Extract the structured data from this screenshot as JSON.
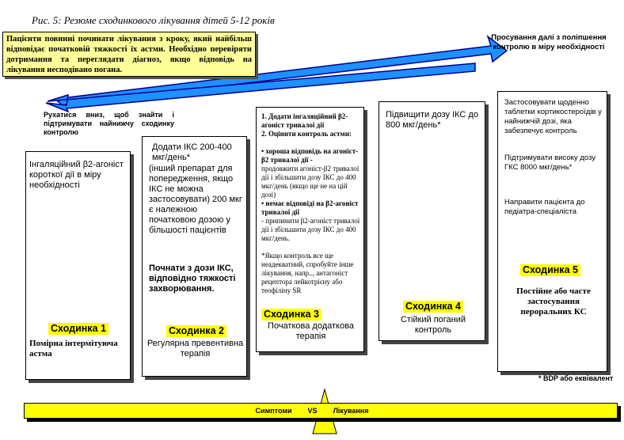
{
  "title": "Рис. 5: Резюме сходинкового лікування дітей 5-12 років",
  "note": "Пацієнти повинні починати лікування з кроку, який найбільш відповідає початковій тяжкості їх астми. Необхідно перевіряти дотримання та переглядати діагноз, якщо відповідь на лікування несподівано погана.",
  "arrows": {
    "up_label": "Просування далі з поліпшення контролю в міру необхідності",
    "down_label": "Рухатися вниз, щоб знайти і підтримувати найнижчу сходинку контролю"
  },
  "steps": [
    {
      "label": "Сходинка 1",
      "desc": "Помірна інтермітуюча астма",
      "body": [
        "Інгаляційний β2-агоніст короткої дії в міру необхідності"
      ]
    },
    {
      "label": "Сходинка 2",
      "desc": "Регулярна превентивна терапія",
      "body": [
        "Додати ІКС 200-400 мкг/день*",
        "(інший препарат для попередження, якщо ІКС не можна застосовувати) 200 мкг є належною початковою дозою у більшості пацієнтів",
        "Почнати з дози ІКС, відповідно тяжкості захворювання."
      ]
    },
    {
      "label": "Сходинка 3",
      "desc": "Початкова додаткова терапія",
      "body": [
        "1. Додати інгаляційний β2-агоніст тривалої дії",
        "2. Оцінити контроль астми:",
        "• хороша відповідь на агоніст-β2 тривалої дії -",
        "продовжити агоніст-β2 тривалої дії і збільшити дозу ІКС до 400 мкг/день (якщо ще не на цій дозі)",
        "• немає відповіді на β2-агоніст тривалої дії",
        "- припинити β2-агоніст тривалої дії і збільшити дозу ІКС до 400 мкг/день.",
        "*Якщо контроль все ще неадекватний, спробуйте інше лікування, напр.., антагоніст рецептора лейкотрієну або теофіліну SR"
      ]
    },
    {
      "label": "Сходинка 4",
      "desc": "Стійкий поганий контроль",
      "body": [
        "Підвищити дозу ІКС до 800 мкг/день*"
      ]
    },
    {
      "label": "Сходинка 5",
      "desc": "Постійне або часте застосування пероральних КС",
      "body": [
        "Застосовувати щоденно таблетки кортикостероїдів у найнижчій дозі, яка забезпечує контроль",
        "Підтримувати високу дозу ГКС 8000 мкг/день*",
        "Направити пацієнта до педіатра-спеціаліста"
      ]
    }
  ],
  "footnote": "* BDP або еквівалент",
  "bar": {
    "left": "Симптоми",
    "mid": "VS",
    "right": "Лікування"
  }
}
